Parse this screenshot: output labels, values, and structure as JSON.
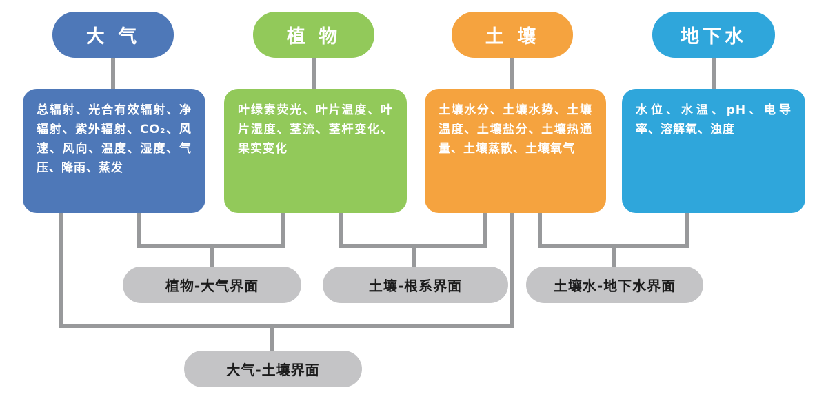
{
  "columns": [
    {
      "title": "大 气",
      "items": "总辐射、光合有效辐射、净辐射、紫外辐射、CO₂、风速、风向、温度、湿度、气压、降雨、蒸发",
      "color": "#4E78B8"
    },
    {
      "title": "植 物",
      "items": "叶绿素荧光、叶片温度、叶片湿度、茎流、茎杆变化、果实变化",
      "color": "#92C95A"
    },
    {
      "title": "土 壤",
      "items": "土壤水分、土壤水势、土壤温度、土壤盐分、土壤热通量、土壤蒸散、土壤氧气",
      "color": "#F5A33F"
    },
    {
      "title": "地下水",
      "items": "水位、水温、pH、电导率、溶解氧、浊度",
      "color": "#2FA6DB"
    }
  ],
  "interfaces": [
    {
      "label": "植物-大气界面"
    },
    {
      "label": "土壤-根系界面"
    },
    {
      "label": "土壤水-地下水界面"
    },
    {
      "label": "大气-土壤界面"
    }
  ],
  "colors": {
    "connector": "#98999B",
    "interface_fill": "#C4C4C6",
    "interface_text": "#1B1B1B",
    "node_text": "#FFFFFF",
    "background": "#FFFFFF"
  }
}
